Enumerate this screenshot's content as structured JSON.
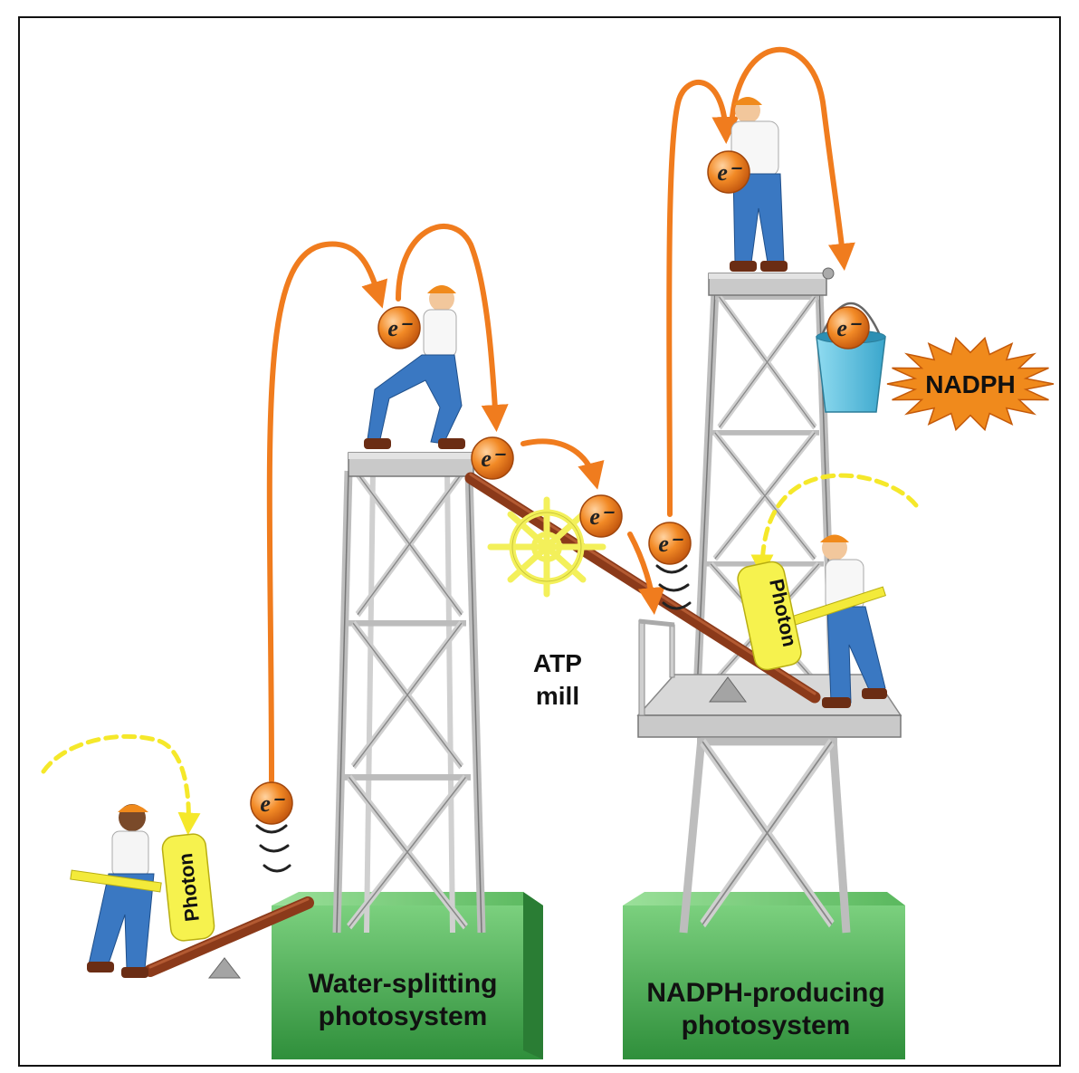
{
  "labels": {
    "photon_left": "Photon",
    "photon_right": "Photon",
    "atp_line1": "ATP",
    "atp_line2": "mill",
    "nadph_burst": "NADPH",
    "base_left_line1": "Water-splitting",
    "base_left_line2": "photosystem",
    "base_right_line1": "NADPH-producing",
    "base_right_line2": "photosystem"
  },
  "electron_glyph": "e⁻",
  "colors": {
    "electron": "#f07c1e",
    "arrow": "#f07c1e",
    "photon_arrow": "#f5e82a",
    "photon_hammer": "#f6f24e",
    "base_green": "#3fa14a",
    "tower": "#c8c8c8",
    "bucket": "#5bc2e0",
    "burst": "#f08a1c",
    "plank": "#8b3a1a",
    "mill": "#f3f05a"
  }
}
